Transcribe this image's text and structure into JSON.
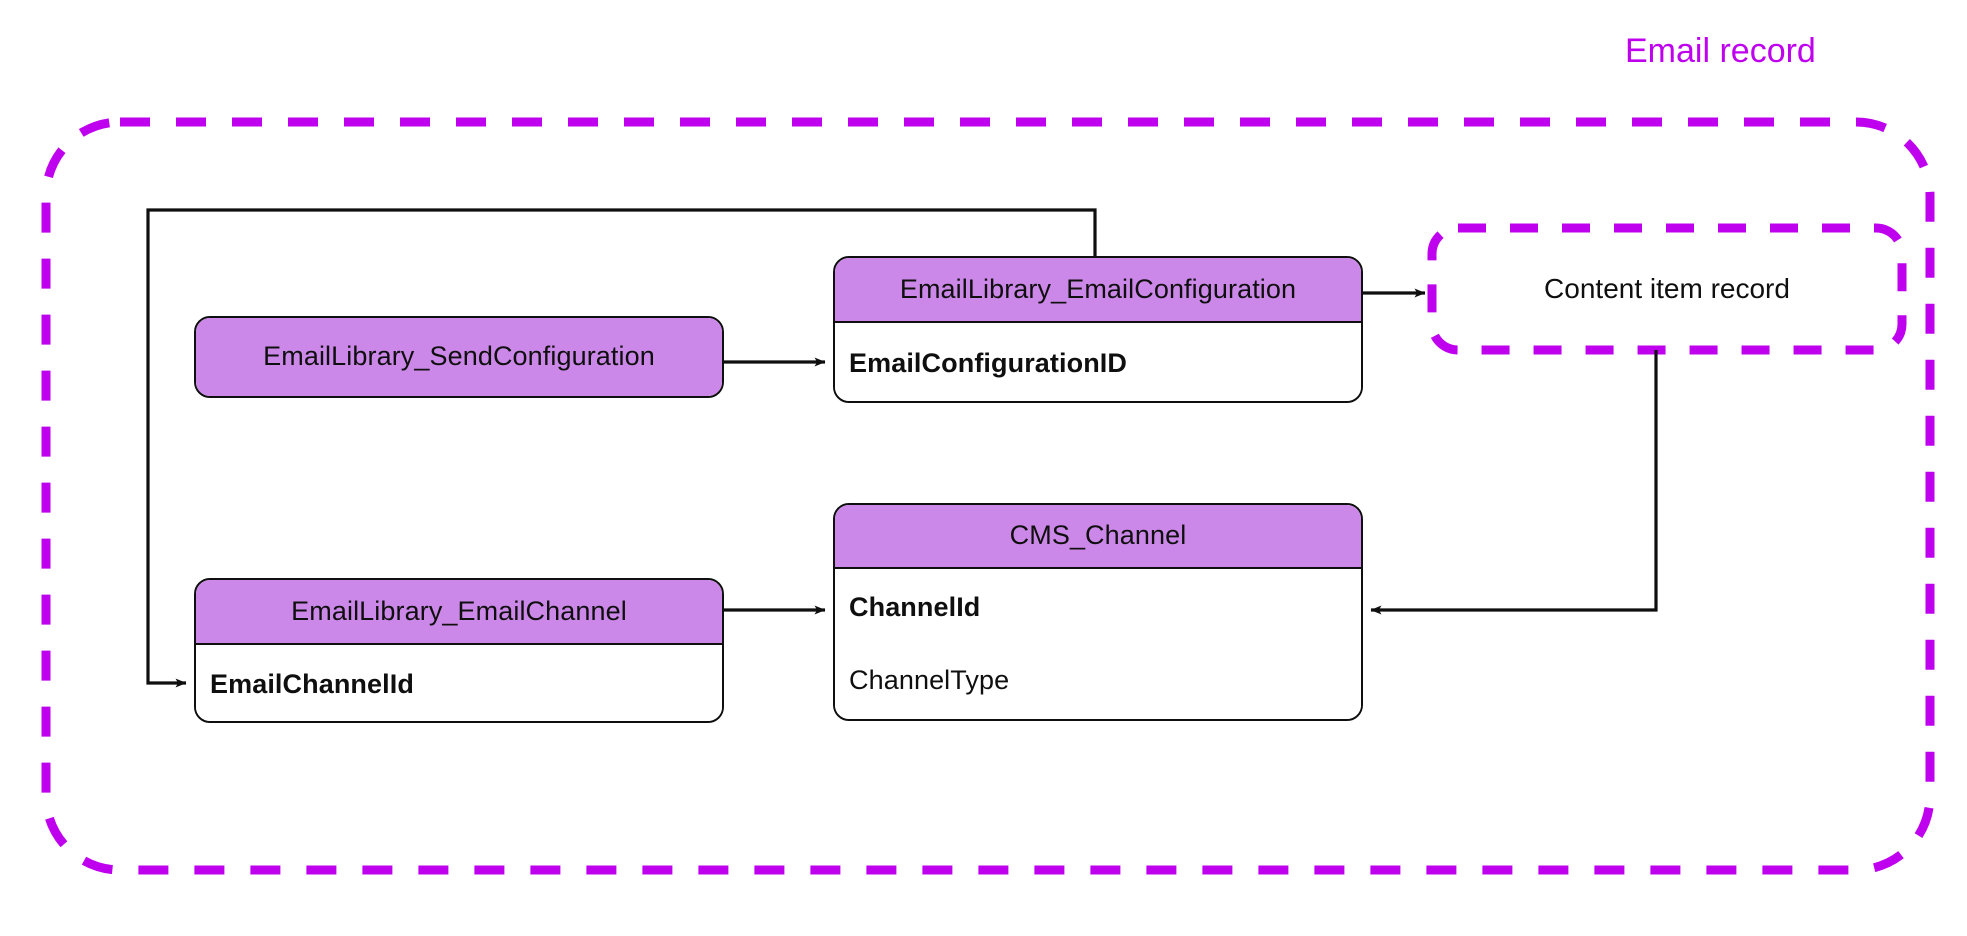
{
  "diagram": {
    "title": "Email record",
    "title_color": "#bf00ef",
    "accent_fill": "#cc88e8",
    "stroke_color": "#0f0f0f",
    "background": "#ffffff",
    "groups": [
      {
        "id": "email-record",
        "label": "Email record",
        "style": "dashed-rounded",
        "color": "#bf00ef"
      }
    ],
    "entities": [
      {
        "id": "sendconfig",
        "name": "EmailLibrary_SendConfiguration",
        "columns": []
      },
      {
        "id": "emailconfig",
        "name": "EmailLibrary_EmailConfiguration",
        "columns": [
          {
            "name": "EmailConfigurationID",
            "key": true
          }
        ]
      },
      {
        "id": "cmschannel",
        "name": "CMS_Channel",
        "columns": [
          {
            "name": "ChannelId",
            "key": true
          },
          {
            "name": "ChannelType",
            "key": false
          }
        ]
      },
      {
        "id": "emailchannel",
        "name": "EmailLibrary_EmailChannel",
        "columns": [
          {
            "name": "EmailChannelId",
            "key": true
          }
        ]
      }
    ],
    "external_nodes": [
      {
        "id": "contentitem",
        "label": "Content item record",
        "style": "dashed-rounded",
        "color": "#bf00ef"
      }
    ],
    "connections": [
      {
        "from": "sendconfig",
        "to": "emailconfig",
        "label": ""
      },
      {
        "from": "emailconfig",
        "to": "contentitem",
        "label": ""
      },
      {
        "from": "emailconfig",
        "to": "emailchannel",
        "label": ""
      },
      {
        "from": "emailchannel",
        "to": "cmschannel",
        "label": ""
      },
      {
        "from": "contentitem",
        "to": "cmschannel",
        "label": ""
      }
    ]
  }
}
